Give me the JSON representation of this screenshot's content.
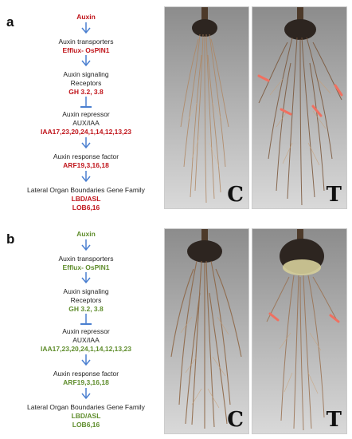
{
  "panels": [
    {
      "letter": "a",
      "color": "#c0151b",
      "steps": {
        "auxin": "Auxin",
        "transporters_title": "Auxin transporters",
        "transporters_genes": "Efflux- OsPIN1",
        "signaling_title_1": "Auxin signaling",
        "signaling_title_2": "Receptors",
        "signaling_genes": "GH 3.2, 3.8",
        "repressor_title_1": "Auxin repressor",
        "repressor_title_2": "AUX/IAA",
        "repressor_genes": "IAA17,23,20,24,1,14,12,13,23",
        "arf_title": "Auxin response factor",
        "arf_genes": "ARF19,3,16,18",
        "lob_title": "Lateral Organ Boundaries Gene Family",
        "lob_genes_1": "LBD/ASL",
        "lob_genes_2": "LOB6,16"
      },
      "photo_labels": [
        "C",
        "T"
      ]
    },
    {
      "letter": "b",
      "color": "#5f8d2c",
      "steps": {
        "auxin": "Auxin",
        "transporters_title": "Auxin transporters",
        "transporters_genes": "Efflux- OsPIN1",
        "signaling_title_1": "Auxin signaling",
        "signaling_title_2": "Receptors",
        "signaling_genes": "GH 3.2, 3.8",
        "repressor_title_1": "Auxin repressor",
        "repressor_title_2": "AUX/IAA",
        "repressor_genes": "IAA17,23,20,24,1,14,12,13,23",
        "arf_title": "Auxin response factor",
        "arf_genes": "ARF19,3,16,18",
        "lob_title": "Lateral Organ Boundaries Gene Family",
        "lob_genes_1": "LBD/ASL",
        "lob_genes_2": "LOB6,16"
      },
      "photo_labels": [
        "C",
        "T"
      ]
    }
  ],
  "colors": {
    "arrow": "#4a7fd0",
    "lateral_root_marker": "#f07060"
  }
}
